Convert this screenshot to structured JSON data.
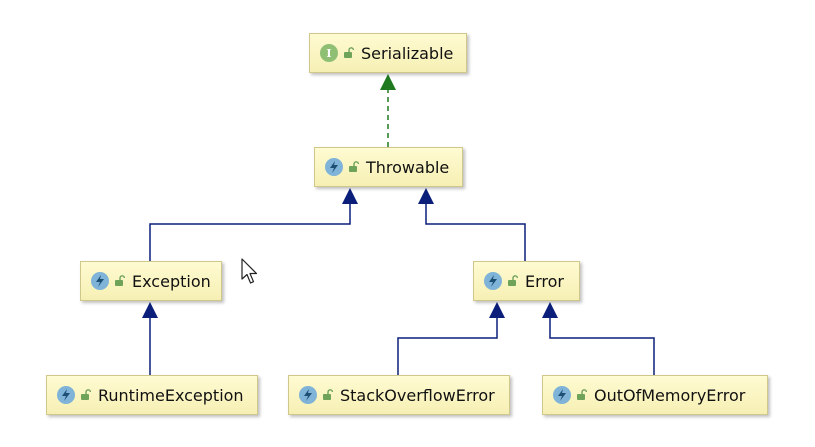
{
  "diagram": {
    "nodes": [
      {
        "id": "serializable",
        "label": "Serializable",
        "kind": "interface",
        "icon": "interface-icon",
        "kind_glyph": "I"
      },
      {
        "id": "throwable",
        "label": "Throwable",
        "kind": "class",
        "icon": "class-icon"
      },
      {
        "id": "exception",
        "label": "Exception",
        "kind": "class",
        "icon": "class-icon"
      },
      {
        "id": "error",
        "label": "Error",
        "kind": "class",
        "icon": "class-icon"
      },
      {
        "id": "runtimeexception",
        "label": "RuntimeException",
        "kind": "class",
        "icon": "class-icon"
      },
      {
        "id": "stackoverflowerror",
        "label": "StackOverflowError",
        "kind": "class",
        "icon": "class-icon"
      },
      {
        "id": "outofmemoryerror",
        "label": "OutOfMemoryError",
        "kind": "class",
        "icon": "class-icon"
      }
    ],
    "edges": [
      {
        "from": "throwable",
        "to": "serializable",
        "type": "implements",
        "color": "#1f7a1f"
      },
      {
        "from": "exception",
        "to": "throwable",
        "type": "extends",
        "color": "#0b1f7a"
      },
      {
        "from": "error",
        "to": "throwable",
        "type": "extends",
        "color": "#0b1f7a"
      },
      {
        "from": "runtimeexception",
        "to": "exception",
        "type": "extends",
        "color": "#0b1f7a"
      },
      {
        "from": "stackoverflowerror",
        "to": "error",
        "type": "extends",
        "color": "#0b1f7a"
      },
      {
        "from": "outofmemoryerror",
        "to": "error",
        "type": "extends",
        "color": "#0b1f7a"
      }
    ]
  }
}
